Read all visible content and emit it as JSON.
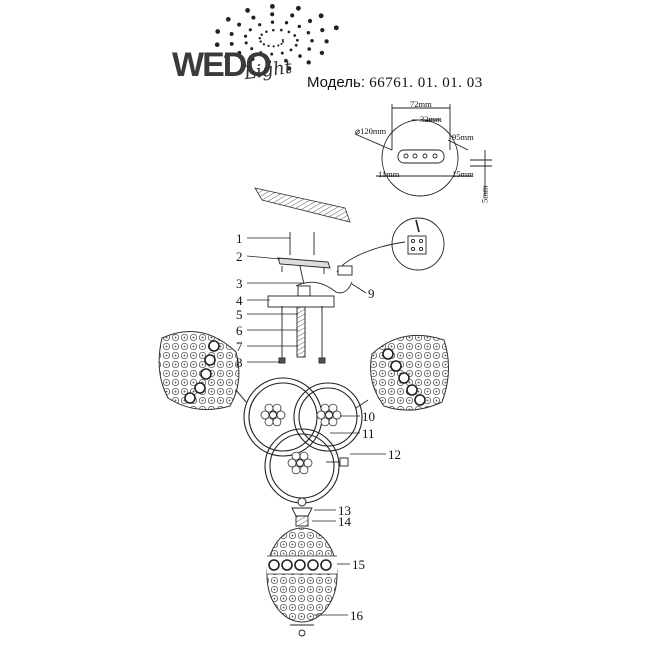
{
  "brand": {
    "name": "WEDO",
    "sub": "Light"
  },
  "model": {
    "label": "Модель:",
    "number": "66761. 01. 01. 03"
  },
  "dimensions": {
    "d1": "72mm",
    "d2": "32mm",
    "d3": "95mm",
    "d4": "⌀120mm",
    "d5": "11mm",
    "d6": "15mm",
    "d7": "5mm"
  },
  "callouts": [
    "1",
    "2",
    "3",
    "4",
    "5",
    "6",
    "7",
    "8",
    "9",
    "10",
    "11",
    "12",
    "13",
    "14",
    "15",
    "16"
  ]
}
